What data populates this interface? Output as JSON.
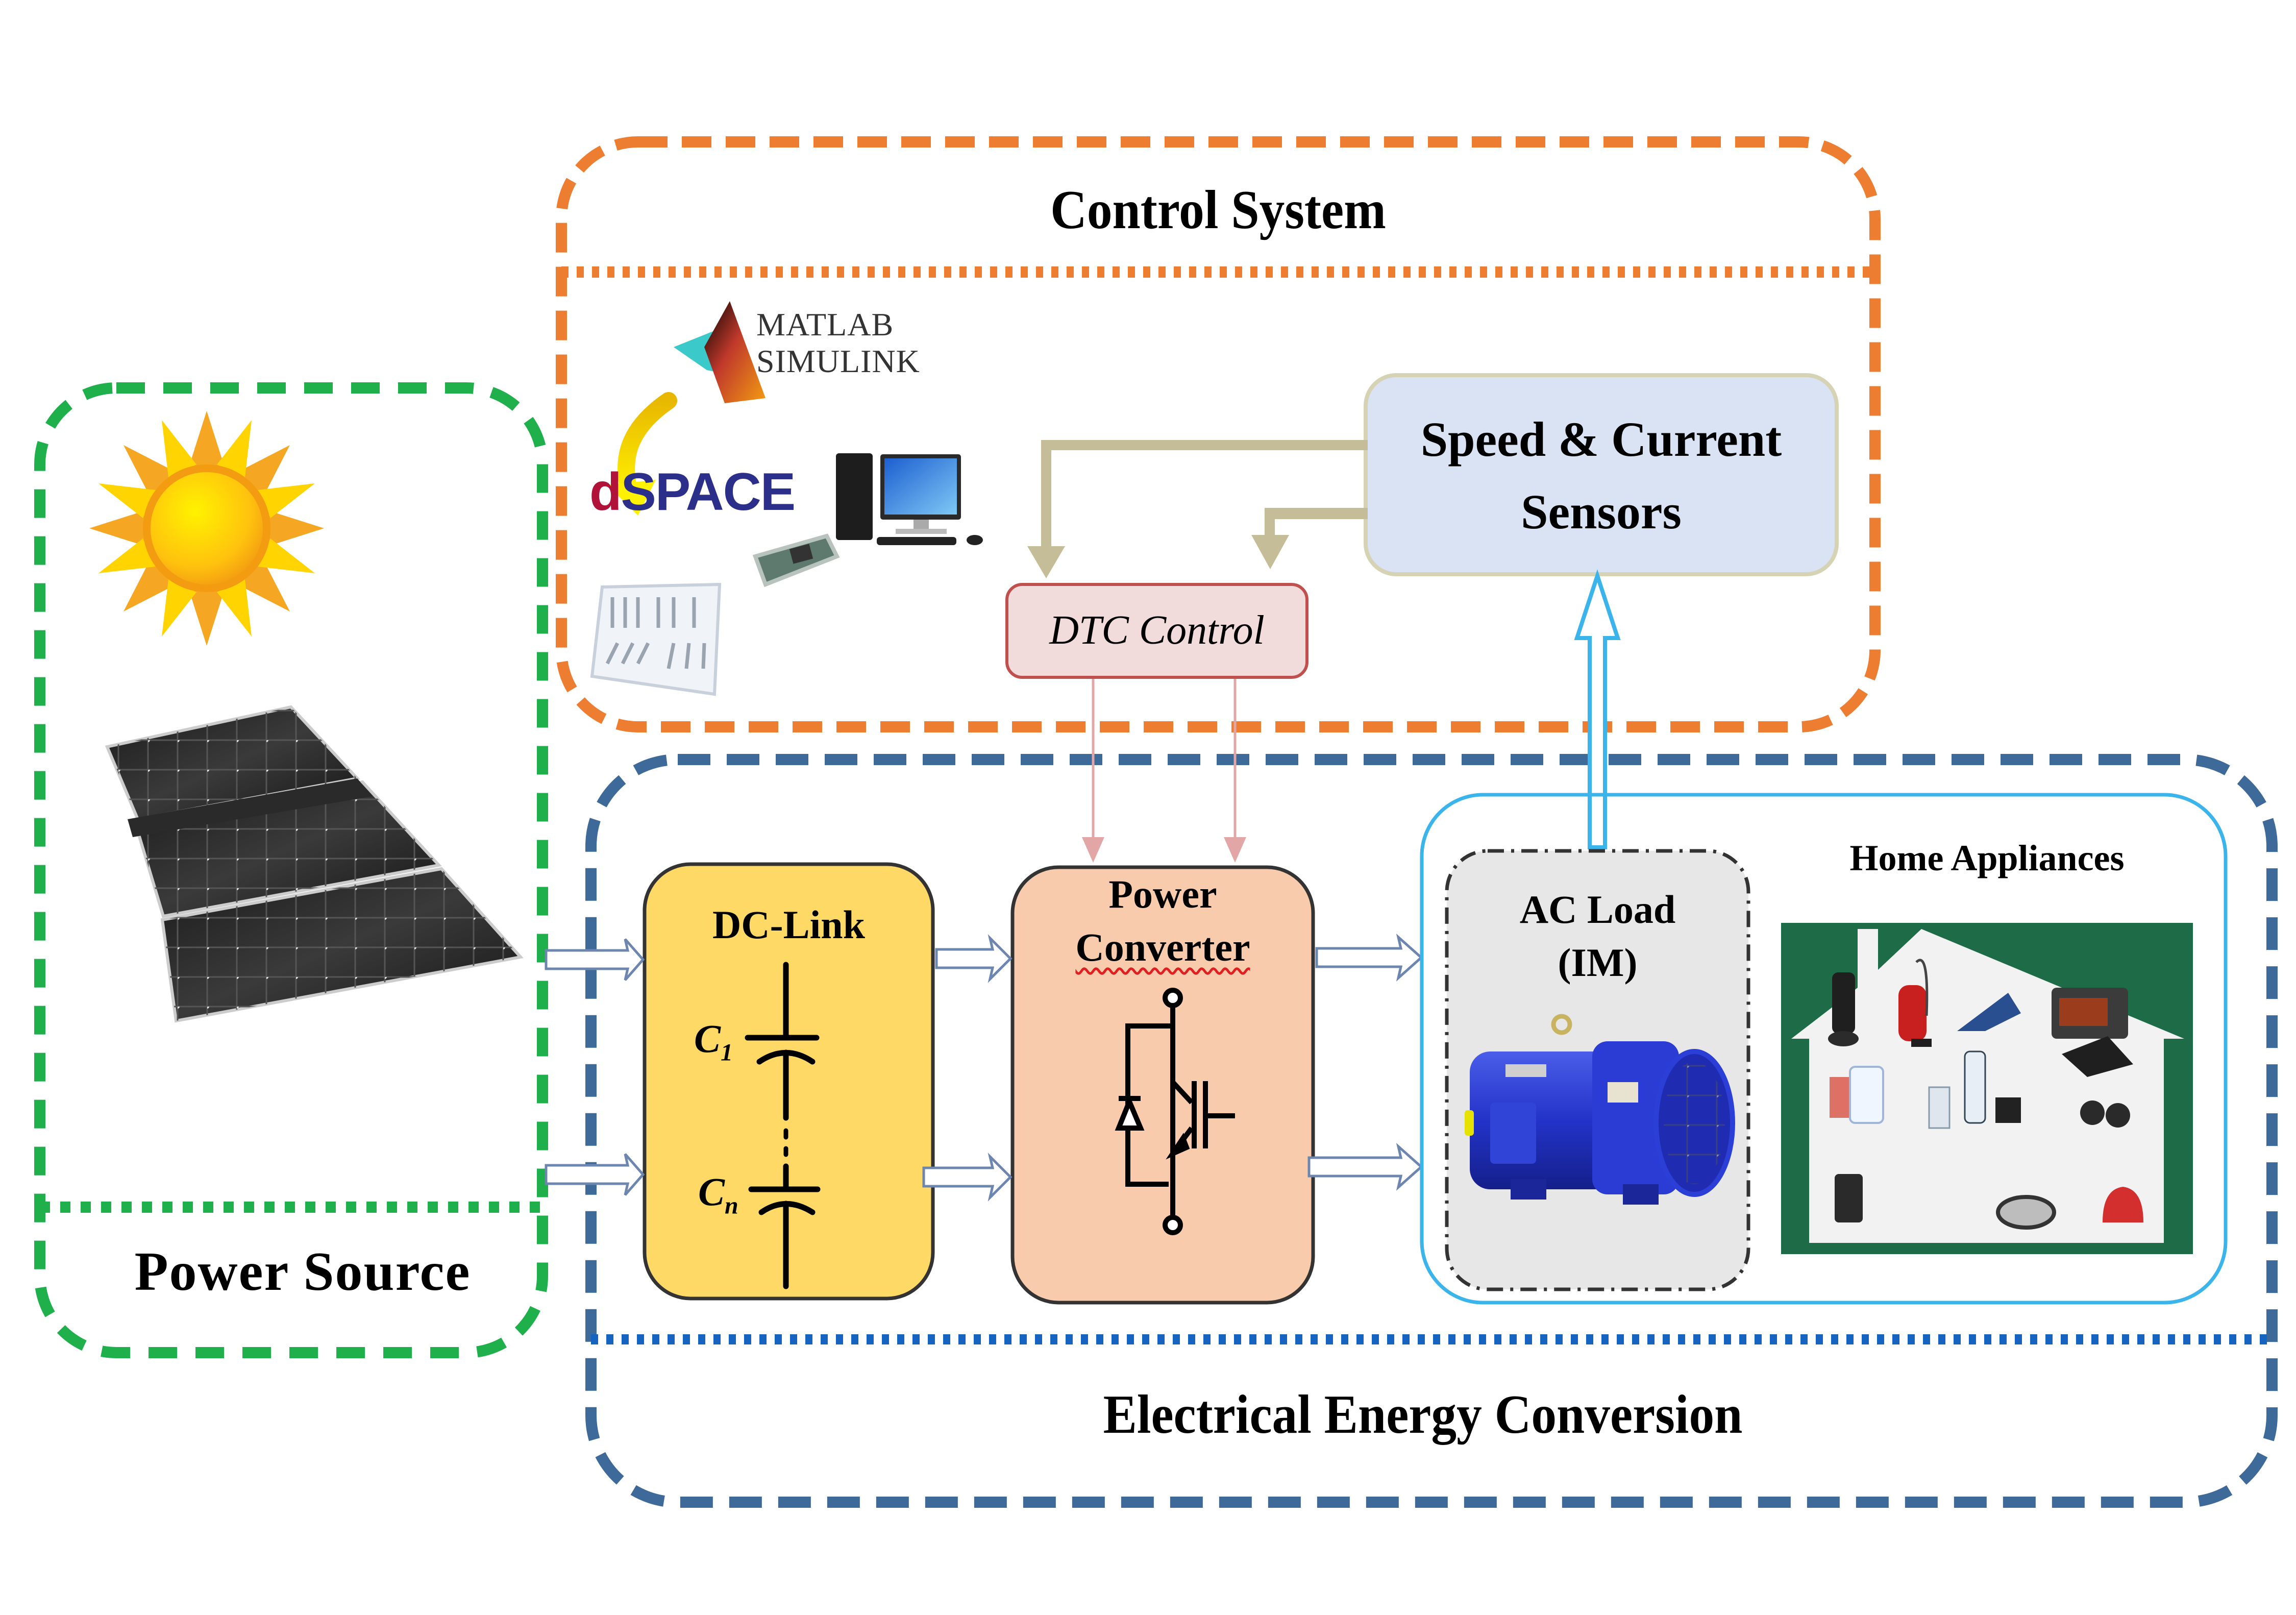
{
  "diagram": {
    "sections": {
      "control_system": "Control System",
      "power_source": "Power Source",
      "energy_conversion": "Electrical Energy Conversion"
    },
    "control": {
      "matlab_line1": "MATLAB",
      "matlab_line2": "SIMULINK",
      "dspace_d": "d",
      "dspace_rest": "SPACE",
      "sensors_line1": "Speed & Current",
      "sensors_line2": "Sensors",
      "dtc": "DTC Control"
    },
    "conversion": {
      "dc_link": "DC-Link",
      "cap1_letter": "C",
      "cap1_sub": "1",
      "capn_letter": "C",
      "capn_sub": "n",
      "converter_line1": "Power",
      "converter_line2": "Converter",
      "ac_load_line1": "AC Load",
      "ac_load_line2": "(IM)",
      "home_appliances": "Home Appliances"
    },
    "colors": {
      "control_frame": "#ed7d31",
      "power_source_frame": "#1fb04c",
      "conversion_frame": "#3d6a98",
      "conversion_divider": "#1565c0",
      "load_frame": "#3bb4ec",
      "dc_link_fill": "#ffd966",
      "converter_fill": "#f8cbad",
      "sensors_fill": "#dae3f3",
      "sensors_border": "#d6d2b4",
      "dtc_fill": "#f2dcdb",
      "dtc_border": "#c0504d",
      "feedback_arrow": "#c4bd97",
      "house_green": "#1e6b47"
    }
  }
}
